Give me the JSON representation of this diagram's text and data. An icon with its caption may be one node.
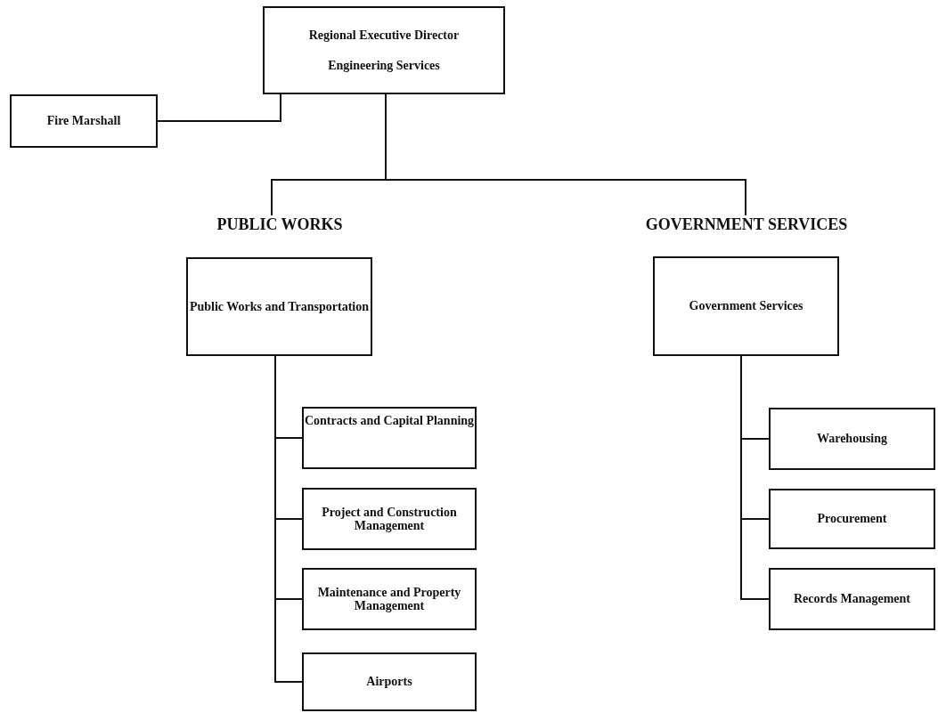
{
  "diagram": {
    "nodes": [
      {
        "text": [
          "Regional Executive Director",
          "Engineering Services"
        ]
      },
      {
        "text": [
          "Fire Marshall"
        ]
      },
      {
        "text": [
          "Public Works and Transportation"
        ],
        "beside": [
          "PUBLIC WORKS"
        ]
      },
      {
        "text": [
          "Government Services"
        ],
        "beside": [
          "GOVERNMENT SERVICES"
        ]
      },
      {
        "text": [
          "Contracts and Capital Planning"
        ]
      },
      {
        "text": [
          "Project and Construction Management"
        ]
      },
      {
        "text": [
          "Maintenance and Property Management"
        ]
      },
      {
        "text": [
          "Airports"
        ]
      },
      {
        "text": [
          "Warehousing"
        ]
      },
      {
        "text": [
          "Procurement"
        ]
      },
      {
        "text": [
          "Records Management"
        ]
      }
    ],
    "edges": [
      {
        "from": 0,
        "to": 1,
        "arrow": "none"
      },
      {
        "from": 0,
        "to": 2,
        "arrow": "none"
      },
      {
        "from": 0,
        "to": 3,
        "arrow": "none"
      },
      {
        "from": 2,
        "to": 4,
        "arrow": "none"
      },
      {
        "from": 2,
        "to": 5,
        "arrow": "none"
      },
      {
        "from": 2,
        "to": 6,
        "arrow": "none"
      },
      {
        "from": 2,
        "to": 7,
        "arrow": "none"
      },
      {
        "from": 3,
        "to": 8,
        "arrow": "none"
      },
      {
        "from": 3,
        "to": 9,
        "arrow": "none"
      },
      {
        "from": 3,
        "to": 10,
        "arrow": "none"
      }
    ]
  }
}
